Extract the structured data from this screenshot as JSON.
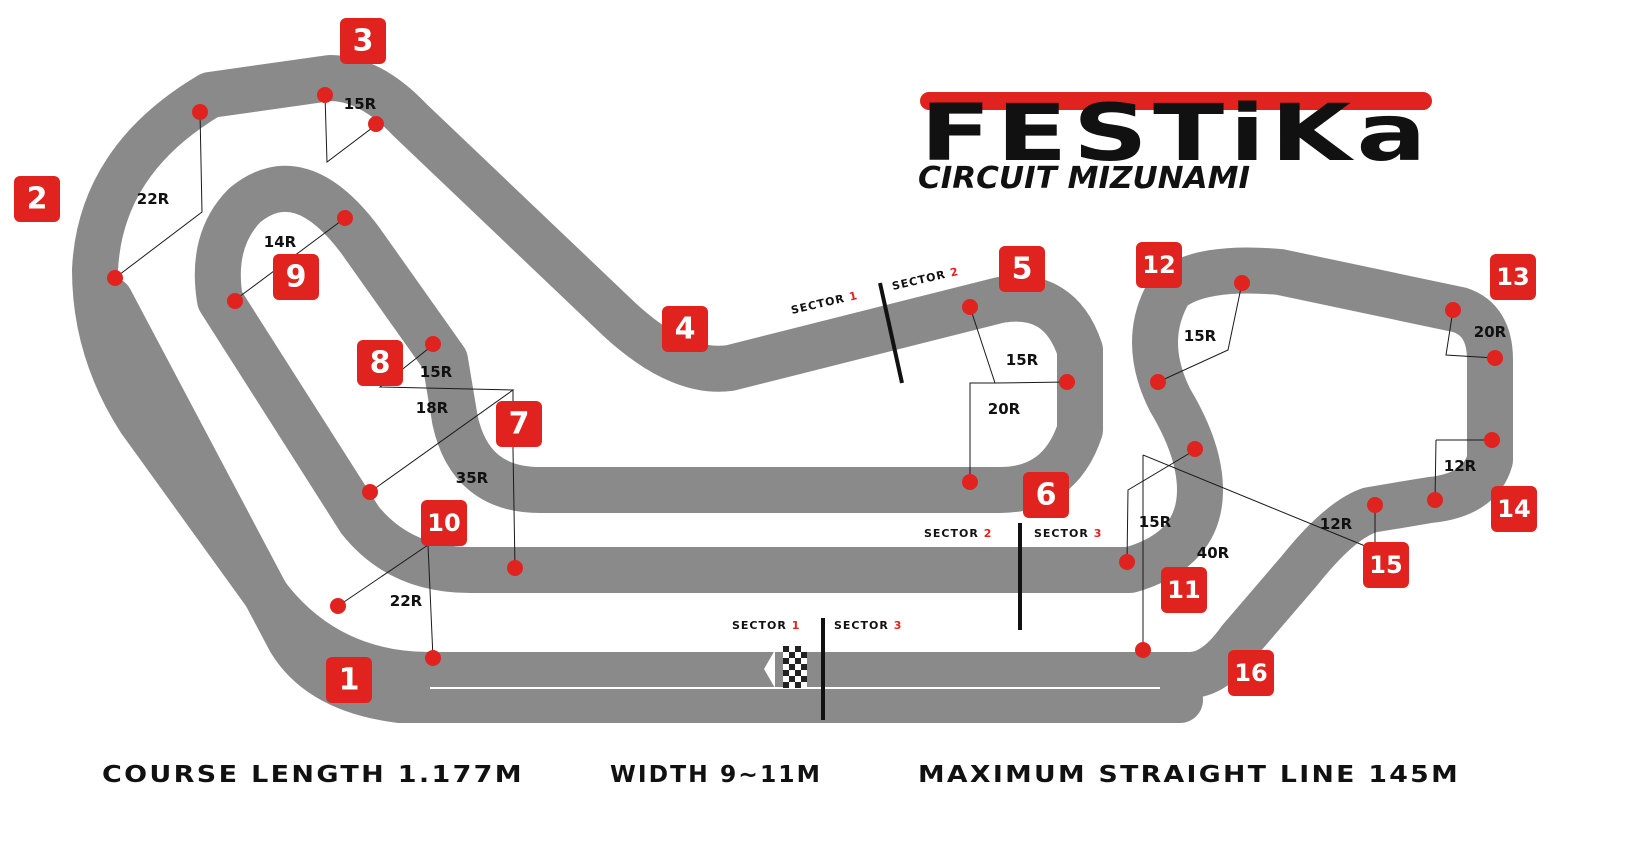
{
  "brand": {
    "name": "FESTiKa",
    "subtitle": "CIRCUIT MIZUNAMI",
    "accent_color": "#e0231f",
    "track_color": "#8a8a8a"
  },
  "corners": [
    "1",
    "2",
    "3",
    "4",
    "5",
    "6",
    "7",
    "8",
    "9",
    "10",
    "11",
    "12",
    "13",
    "14",
    "15",
    "16"
  ],
  "radii": [
    "22R",
    "15R",
    "14R",
    "15R",
    "18R",
    "35R",
    "22R",
    "15R",
    "20R",
    "15R",
    "40R",
    "15R",
    "20R",
    "12R",
    "12R"
  ],
  "sectors": {
    "start": {
      "a_word": "SECTOR",
      "a_num": "1",
      "b_word": "SECTOR",
      "b_num": "3"
    },
    "mid1": {
      "a_word": "SECTOR",
      "a_num": "1",
      "b_word": "SECTOR",
      "b_num": "2"
    },
    "mid2": {
      "a_word": "SECTOR",
      "a_num": "2",
      "b_word": "SECTOR",
      "b_num": "3"
    }
  },
  "stats": {
    "course_length": "COURSE LENGTH  1.177M",
    "width": "WIDTH 9~11M",
    "max_straight": "MAXIMUM STRAIGHT LINE 145M"
  },
  "icons": {
    "start_line": "checkered-flag-icon",
    "apex": "apex-dot-icon"
  }
}
